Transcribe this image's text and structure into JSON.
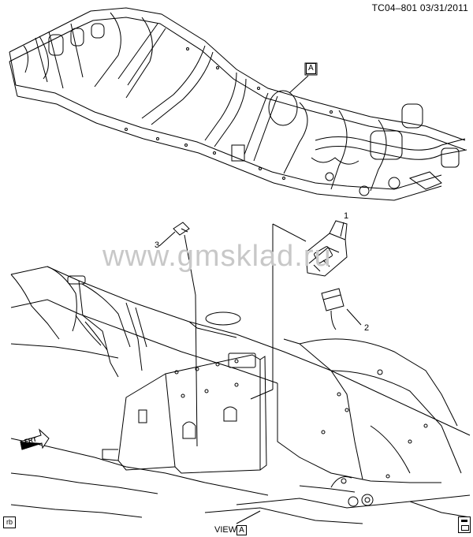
{
  "header": {
    "code": "TC04–801 03/31/2011"
  },
  "watermark": "www.gmsklad.ru",
  "view": {
    "label": "VIEW",
    "letter": "A"
  },
  "callouts": [
    {
      "id": "1"
    },
    {
      "id": "2"
    },
    {
      "id": "3"
    }
  ],
  "frame_detail_tag": "A",
  "direction_arrow": "FRT",
  "footer_code": "rb",
  "icons": {
    "corner": "document-icon",
    "front_arrow": "front-arrow-icon"
  }
}
